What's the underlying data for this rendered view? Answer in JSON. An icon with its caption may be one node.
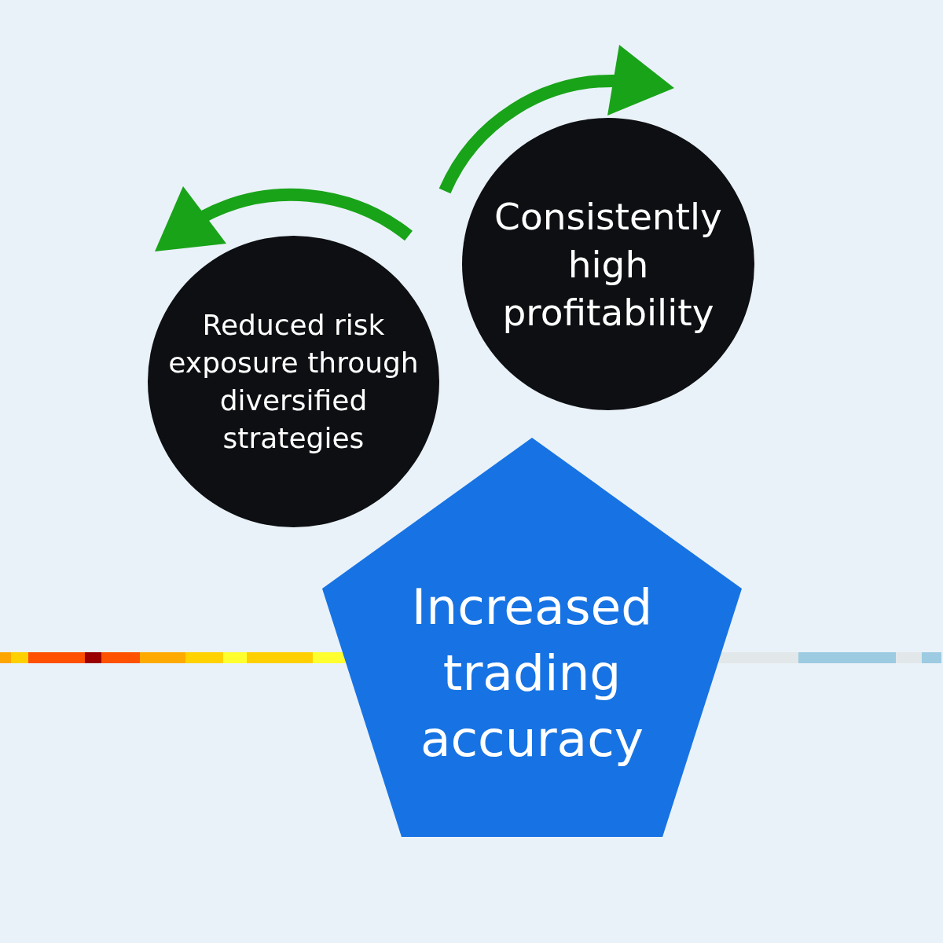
{
  "diagram": {
    "nodes": [
      {
        "text": [
          "Reduced risk exposure through diversified strategies"
        ]
      },
      {
        "text": [
          "Consistently high profitability"
        ]
      },
      {
        "text": [
          "Increased trading accuracy"
        ]
      }
    ]
  }
}
